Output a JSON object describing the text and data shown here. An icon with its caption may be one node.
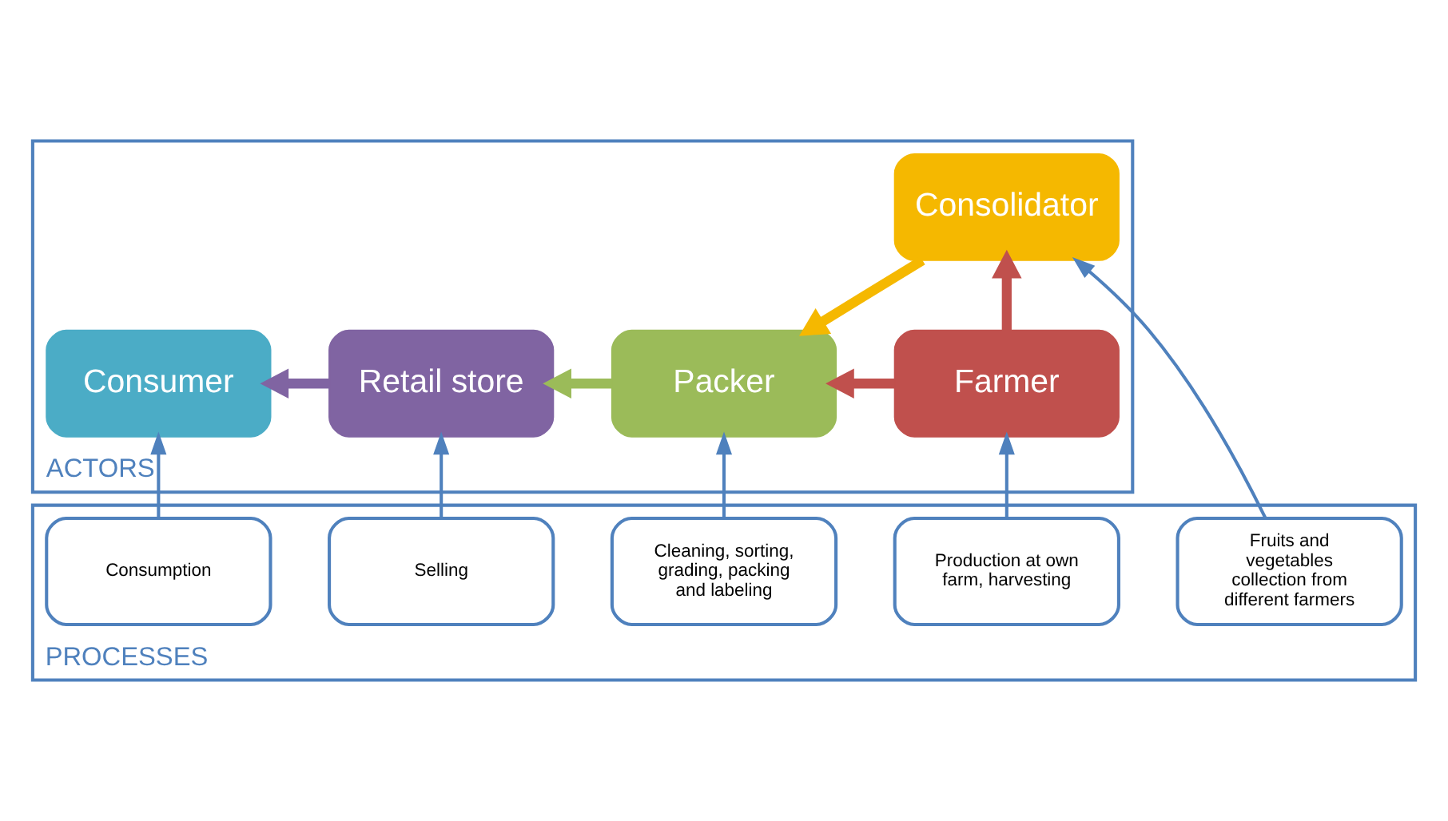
{
  "diagram": {
    "nodes": [
      {
        "text": [
          "ACTORS"
        ]
      },
      {
        "text": [
          "Consolidator"
        ],
        "in": 0
      },
      {
        "text": [
          "Farmer"
        ],
        "in": 0
      },
      {
        "text": [
          "Packer"
        ],
        "in": 0
      },
      {
        "text": [
          "Retail store"
        ],
        "in": 0
      },
      {
        "text": [
          "Consumer"
        ],
        "in": 0
      },
      {
        "text": [
          "PROCESSES"
        ]
      },
      {
        "text": [
          "Production at own farm, harvesting"
        ],
        "in": 6
      },
      {
        "text": [
          "Cleaning, sorting, grading, packing and labeling"
        ],
        "in": 6
      },
      {
        "text": [
          "Selling"
        ],
        "in": 6
      },
      {
        "text": [
          "Consumption"
        ],
        "in": 6
      },
      {
        "text": [
          "Fruits and vegetables collection from different farmers"
        ],
        "in": 6
      }
    ],
    "edges": [
      {
        "from": 2,
        "to": 1,
        "arrow": "to",
        "style": "thick",
        "color": "#c0504d"
      },
      {
        "from": 1,
        "to": 3,
        "arrow": "to",
        "style": "thick",
        "color": "#f5b800"
      },
      {
        "from": 2,
        "to": 3,
        "arrow": "to",
        "style": "thick",
        "color": "#c0504d"
      },
      {
        "from": 3,
        "to": 4,
        "arrow": "to",
        "style": "thick",
        "color": "#9bbb59"
      },
      {
        "from": 4,
        "to": 5,
        "arrow": "to",
        "style": "thick",
        "color": "#8064a2"
      },
      {
        "from": 7,
        "to": 2,
        "arrow": "to"
      },
      {
        "from": 11,
        "to": 1,
        "arrow": "to"
      },
      {
        "from": 8,
        "to": 3,
        "arrow": "to"
      },
      {
        "from": 9,
        "to": 4,
        "arrow": "to"
      },
      {
        "from": 10,
        "to": 5,
        "arrow": "to"
      }
    ]
  }
}
